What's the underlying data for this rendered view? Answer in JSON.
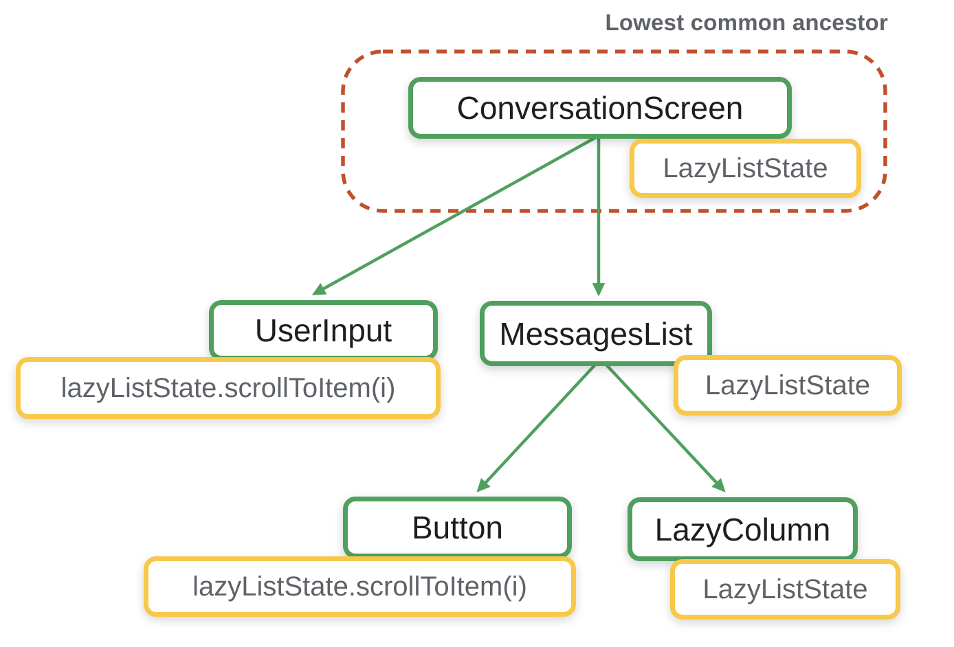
{
  "annotation": {
    "lca_label": "Lowest common ancestor"
  },
  "nodes": {
    "conversation_screen": {
      "label": "ConversationScreen"
    },
    "user_input": {
      "label": "UserInput"
    },
    "messages_list": {
      "label": "MessagesList"
    },
    "button": {
      "label": "Button"
    },
    "lazy_column": {
      "label": "LazyColumn"
    }
  },
  "states": {
    "conversation_screen": {
      "label": "LazyListState"
    },
    "user_input": {
      "label": "lazyListState.scrollToItem(i)"
    },
    "messages_list": {
      "label": "LazyListState"
    },
    "button": {
      "label": "lazyListState.scrollToItem(i)"
    },
    "lazy_column": {
      "label": "LazyListState"
    }
  },
  "edges": [
    {
      "from": "ConversationScreen",
      "to": "UserInput"
    },
    {
      "from": "ConversationScreen",
      "to": "MessagesList"
    },
    {
      "from": "MessagesList",
      "to": "Button"
    },
    {
      "from": "MessagesList",
      "to": "LazyColumn"
    }
  ],
  "colors": {
    "node_border": "#4FA05E",
    "state_border": "#F7C84A",
    "edge": "#4FA05E",
    "lca_boundary": "#C0512C",
    "node_text": "#1E1E1E",
    "state_text": "#5F6368",
    "title_text": "#5F6368"
  }
}
